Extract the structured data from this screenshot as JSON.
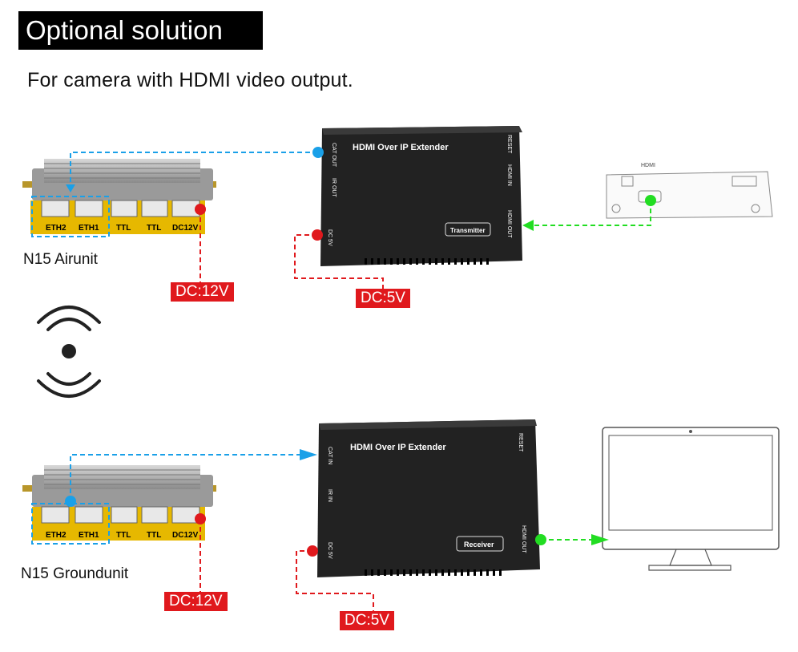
{
  "header": {
    "title": "Optional solution",
    "subtitle": "For camera with HDMI video output."
  },
  "airunit": {
    "name": "N15 Airunit",
    "ports": [
      "ETH2",
      "ETH1",
      "TTL",
      "TTL",
      "DC12V"
    ],
    "power": "DC:12V"
  },
  "groundunit": {
    "name": "N15 Groundunit",
    "ports": [
      "ETH2",
      "ETH1",
      "TTL",
      "TTL",
      "DC12V"
    ],
    "power": "DC:12V"
  },
  "transmitter": {
    "brand": "HDMI Over IP Extender",
    "badge": "Transmitter",
    "port_cat": "CAT OUT",
    "port_ir": "IR OUT",
    "port_dc": "DC 5V",
    "port_reset": "RESET",
    "port_hdmi_in": "HDMI IN",
    "port_hdmi_out": "HDMI OUT",
    "power": "DC:5V"
  },
  "receiver": {
    "brand": "HDMI Over IP Extender",
    "badge": "Receiver",
    "port_cat": "CAT IN",
    "port_ir": "IR IN",
    "port_dc": "DC 5V",
    "port_reset": "RESET",
    "port_hdmi_out": "HDMI OUT",
    "power": "DC:5V"
  },
  "camera": {
    "port_label": "HDMI"
  },
  "colors": {
    "network": "#1aa0e8",
    "power": "#e0191d",
    "video": "#22dd22",
    "board": "#e6b800"
  },
  "icons": [
    "wireless-signal-icon",
    "monitor-icon",
    "camera-icon"
  ]
}
